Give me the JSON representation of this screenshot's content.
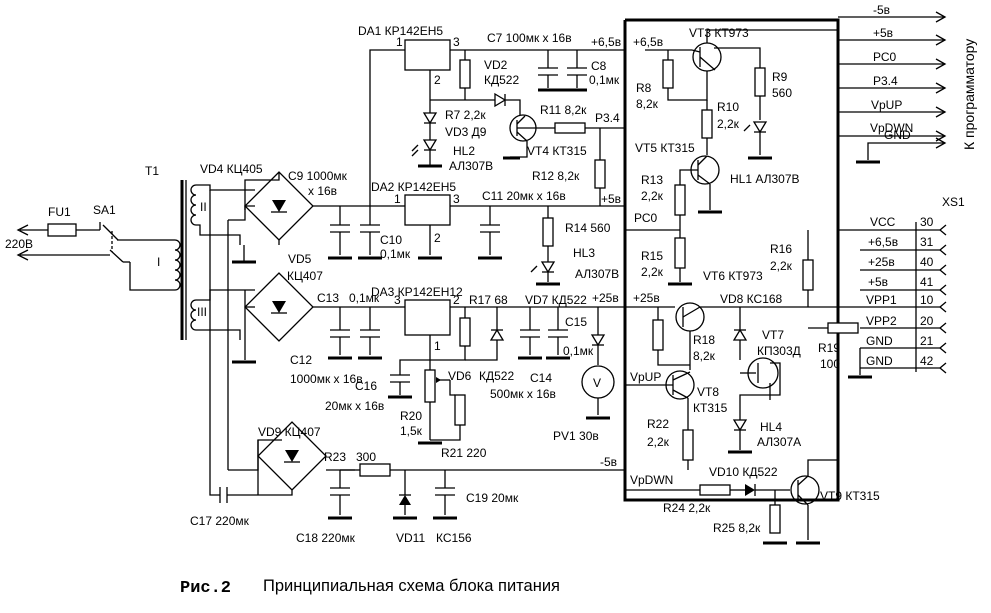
{
  "caption": {
    "prefix": "Рис.2",
    "text": "Принципиальная схема блока питания"
  },
  "input": {
    "mains": "220В",
    "fuse": "FU1",
    "switch": "SA1",
    "transformer": "T1"
  },
  "windings": {
    "w2": "II",
    "w1": "I",
    "w3": "III"
  },
  "bridges": {
    "vd4": "VD4 КЦ405",
    "vd5a": "VD5",
    "vd5b": "КЦ407",
    "vd9": "VD9 КЦ407"
  },
  "regulators": {
    "da1": "DA1 КР142ЕН5",
    "da2": "DA2 КР142ЕН5",
    "da3": "DA3 КР142ЕН12",
    "pins": {
      "p1": "1",
      "p2": "2",
      "p3": "3"
    }
  },
  "capacitors": {
    "c7": "С7 100мк х 16в",
    "c8a": "С8",
    "c8b": "0,1мк",
    "c9a": "С9 1000мк",
    "c9b": "х 16в",
    "c10a": "С10",
    "c10b": "0,1мк",
    "c11": "С11 20мк х 16в",
    "c12a": "С12",
    "c12b": "1000мк х 16в",
    "c13": "С13",
    "c13v": "0,1мк",
    "c14a": "С14",
    "c14b": "500мк х 16в",
    "c15a": "С15",
    "c15b": "0,1мк",
    "c16a": "С16",
    "c16b": "20мк х 16в",
    "c17": "С17  220мк",
    "c18": "С18  220мк",
    "c19": "С19  20мк"
  },
  "resistors": {
    "r7": "R7 2,2к",
    "r8a": "R8",
    "r8b": "8,2к",
    "r9a": "R9",
    "r9b": "560",
    "r10a": "R10",
    "r10b": "2,2к",
    "r11": "R11 8,2к",
    "r12": "R12  8,2к",
    "r13a": "R13",
    "r13b": "2,2к",
    "r14": "R14  560",
    "r15a": "R15",
    "r15b": "2,2к",
    "r16a": "R16",
    "r16b": "2,2к",
    "r17": "R17  68",
    "r18a": "R18",
    "r18b": "8,2к",
    "r19a": "R19",
    "r19b": "100",
    "r20a": "R20",
    "r20b": "1,5к",
    "r21": "R21  220",
    "r22a": "R22",
    "r22b": "2,2к",
    "r23": "R23",
    "r23v": "300",
    "r24": "R24  2,2к",
    "r25": "R25  8,2к"
  },
  "semis": {
    "vd2a": "VD2",
    "vd2b": "КД522",
    "vd3": "VD3  Д9",
    "hl2a": "HL2",
    "hl2b": "АЛ307В",
    "vd6a": "VD6",
    "vd6b": "КД522",
    "vd7": "VD7 КД522",
    "hl3a": "HL3",
    "hl3b": "АЛ307В",
    "vd8": "VD8  КС168",
    "vt7a": "VT7",
    "vt7b": "КП303Д",
    "vd10": "VD10 КД522",
    "vd11": "VD11",
    "vd11b": "КС156",
    "hl1": "HL1  АЛ307В",
    "hl4a": "HL4",
    "hl4b": "АЛ307А",
    "vt3": "VT3  КТ973",
    "vt4": "VT4  КТ315",
    "vt5": "VT5  КТ315",
    "vt6": "VT6  КТ973",
    "vt8a": "VT8",
    "vt8b": "КТ315",
    "vt9": "VT9  КТ315",
    "pv1": "PV1 30в",
    "meter": "V"
  },
  "nets": {
    "p65": "+6,5в",
    "p65b": "+6,5в",
    "p34": "P3.4",
    "p5": "+5в",
    "pc0": "РС0",
    "p25": "+25в",
    "p25b": "+25в",
    "m5": "-5в",
    "vpup": "VpUP",
    "vpdwn": "VpDWN"
  },
  "prog_bus": {
    "label": "К программатору",
    "lines": [
      "-5в",
      "+5в",
      "РС0",
      "Р3.4",
      "VpUP",
      "VpDWN",
      "GND"
    ]
  },
  "connector": {
    "name": "XS1",
    "pins": [
      {
        "sig": "VCC",
        "num": "30"
      },
      {
        "sig": "+6,5в",
        "num": "31"
      },
      {
        "sig": "+25в",
        "num": "40"
      },
      {
        "sig": "+5в",
        "num": "41"
      },
      {
        "sig": "VPP1",
        "num": "10"
      },
      {
        "sig": "VPP2",
        "num": "20"
      },
      {
        "sig": "GND",
        "num": "21"
      },
      {
        "sig": "GND",
        "num": "42"
      }
    ]
  }
}
